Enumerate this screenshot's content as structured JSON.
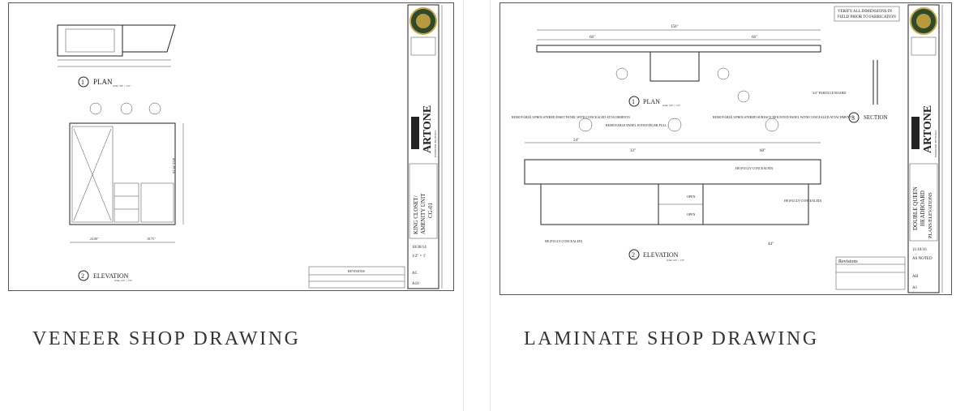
{
  "cards": [
    {
      "caption": "VENEER SHOP DRAWING",
      "drawing": {
        "plan_label": "PLAN",
        "plan_number": "1",
        "elevation_label": "ELEVATION",
        "elevation_number": "2",
        "scale": "Scale: 3/4\" = 1'-0\"",
        "dims": [
          "18.75\"",
          "24.00\"",
          "93.50\" TYP"
        ],
        "title_block": {
          "company": "ARTONE",
          "tagline": "FURNITURE BY DESIGN",
          "sheet_title_lines": [
            "KING CLOSET/",
            "AMENITY UNIT",
            "CG-01"
          ],
          "issue_date": "10/30/14",
          "scale": "1/2\" = 1'",
          "drawn_by": "AC",
          "drawing_no": "A10",
          "revisions_header": "REVISIONS"
        }
      }
    },
    {
      "caption": "LAMINATE SHOP DRAWING",
      "drawing": {
        "note": [
          "VERIFY ALL DIMENSIONS IN",
          "FIELD PRIOR TO FABRICATION"
        ],
        "plan_label": "PLAN",
        "plan_number": "1",
        "elevation_label": "ELEVATION",
        "elevation_number": "2",
        "section_label": "SECTION",
        "section_number": "3",
        "scale": "Scale: 3/4\" = 1'-0\"",
        "dims": [
          "156\"",
          "66\"",
          "24\"",
          "66\"",
          "33\"",
          "60\"",
          "44\""
        ],
        "labels": [
          "REMOVABLE UPHOLSTERED INSET PANEL WITH CONCEALED ATTACHMENTS",
          "REMOVABLE PANEL WITH FINGER PULL",
          "REMOVABLE UPHOLSTERED SURFACE MOUNTED PANEL WITH CONCEALED ATTACHMENTS",
          "H8 (FULLY CONCEALED)",
          "OPEN",
          "OPEN",
          "3/4\" PARTICLE BOARD"
        ],
        "title_block": {
          "company": "ARTONE",
          "tagline": "FURNITURE BY DESIGN",
          "sheet_title_lines": [
            "DOUBLE QUEEN",
            "HEADBOARD",
            "PLANS/ELEVATIONS"
          ],
          "issue_date": "11/10/16",
          "scale": "AS NOTED",
          "drawn_by": "AH",
          "drawing_no": "A1",
          "revisions_header": "Revisions"
        }
      }
    }
  ]
}
